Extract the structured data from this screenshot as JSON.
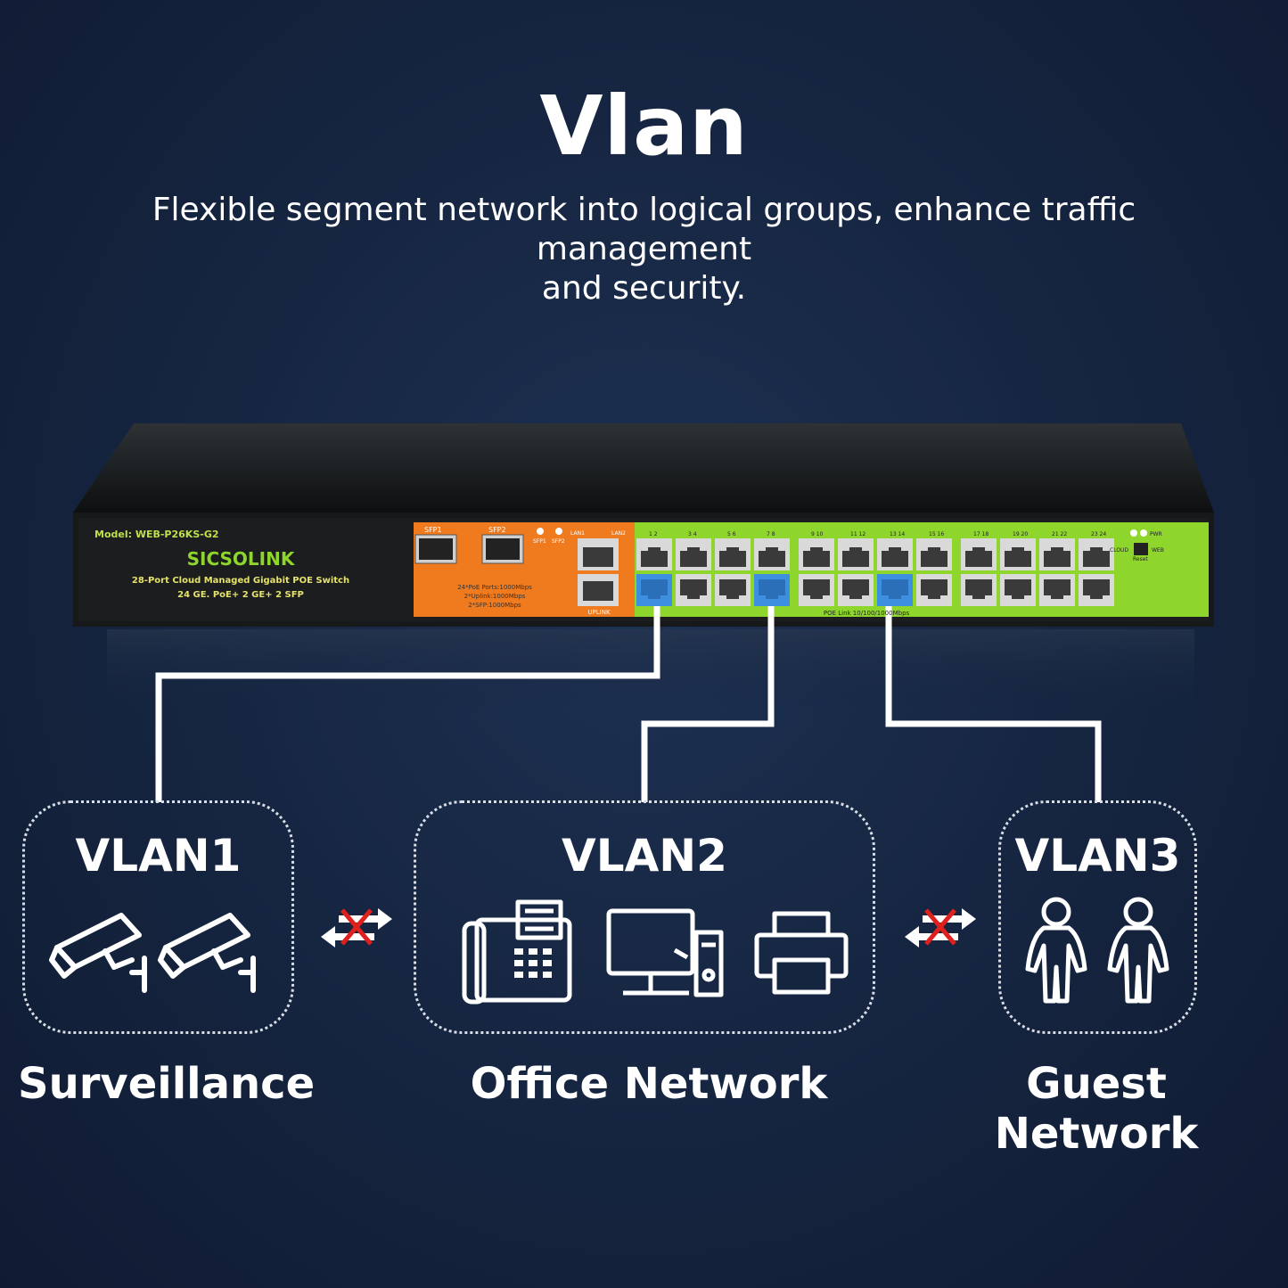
{
  "header": {
    "title": "Vlan",
    "subtitle_line1": "Flexible segment network into logical groups, enhance traffic management",
    "subtitle_line2": "and security."
  },
  "device": {
    "model": "Model: WEB-P26KS-G2",
    "brand": "SICSOLINK",
    "desc_line1": "28-Port Cloud Managed Gigabit POE Switch",
    "desc_line2": "24 GE. PoE+ 2 GE+ 2 SFP",
    "sfp1": "SFP1",
    "sfp2": "SFP2",
    "led_sfp1": "SFP1",
    "led_sfp2": "SFP2",
    "lan1": "LAN1",
    "lan2": "LAN2",
    "spec1": "24*PoE Ports:1000Mbps",
    "spec2": "2*Uplink:1000Mbps",
    "spec3": "2*SFP:1000Mbps",
    "uplink": "UPLINK",
    "poe_link": "POE Link 10/100/1000Mbps",
    "pwr": "PWR",
    "cloud": "CLOUD",
    "web": "WEB",
    "reset": "Reset",
    "port_numbers": [
      "1",
      "2",
      "3",
      "4",
      "5",
      "6",
      "7",
      "8",
      "9",
      "10",
      "11",
      "12",
      "13",
      "14",
      "15",
      "16",
      "17",
      "18",
      "19",
      "20",
      "21",
      "22",
      "23",
      "24"
    ]
  },
  "groups": [
    {
      "label": "VLAN1",
      "caption": "Surveillance"
    },
    {
      "label": "VLAN2",
      "caption": "Office Network"
    },
    {
      "label": "VLAN3",
      "caption": "Guest Network"
    }
  ],
  "colors": {
    "background": "#15243f",
    "orange_panel": "#f07a1e",
    "green_panel": "#8fd62c",
    "vlan_port": "#3d8fe0",
    "cross": "#e0201c"
  },
  "icons": [
    "cctv-camera-icon",
    "fax-phone-icon",
    "desktop-computer-icon",
    "printer-icon",
    "person-icon",
    "blocked-traffic-icon"
  ]
}
